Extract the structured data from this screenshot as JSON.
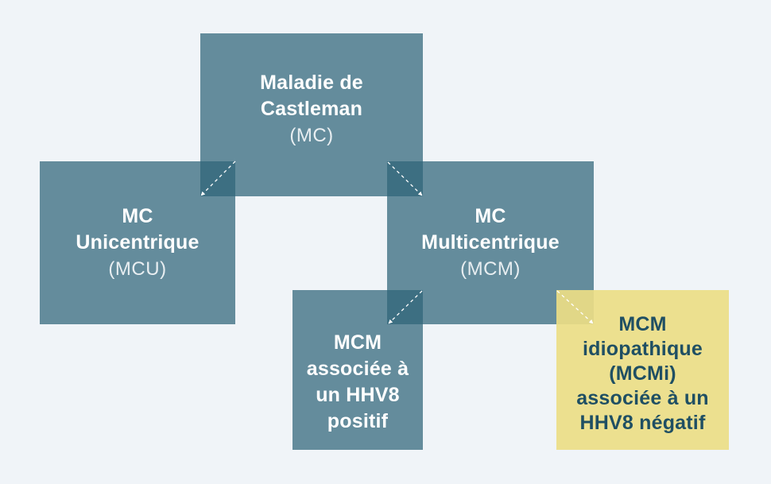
{
  "diagram": {
    "type": "hierarchy",
    "nodes": [
      {
        "id": "root",
        "title_lines": [
          "Maladie de",
          "Castleman"
        ],
        "subtitle": "(MC)"
      },
      {
        "id": "mcu",
        "title_lines": [
          "MC",
          "Unicentrique"
        ],
        "subtitle": "(MCU)"
      },
      {
        "id": "mcm",
        "title_lines": [
          "MC",
          "Multicentrique"
        ],
        "subtitle": "(MCM)"
      },
      {
        "id": "mcm-pos",
        "title_lines": [
          "MCM",
          "associée à",
          "un HHV8",
          "positif"
        ]
      },
      {
        "id": "mcm-neg",
        "title_lines": [
          "MCM",
          "idiopathique",
          "(MCMi)",
          "associée à un",
          "HHV8 négatif"
        ],
        "highlight": true
      }
    ],
    "edges": [
      {
        "from": "root",
        "to": "mcu"
      },
      {
        "from": "root",
        "to": "mcm"
      },
      {
        "from": "mcm",
        "to": "mcm-pos"
      },
      {
        "from": "mcm",
        "to": "mcm-neg"
      }
    ]
  },
  "colors": {
    "background": "#f0f4f8",
    "box": "#6a909e",
    "overlap": "#2e6478",
    "highlight_box": "#eee08f",
    "highlight_text": "#1f4f63",
    "text": "#ffffff"
  }
}
